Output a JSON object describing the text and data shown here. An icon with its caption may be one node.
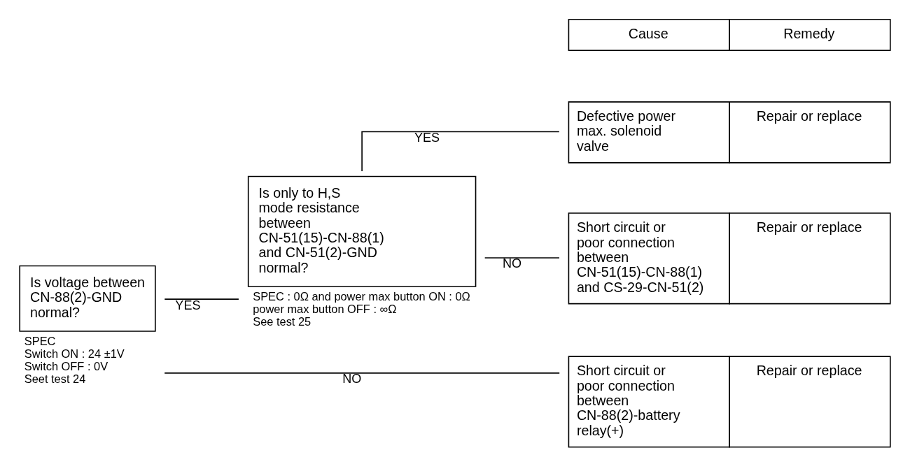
{
  "diagram": {
    "nodes": [
      {
        "text": [
          "Is voltage between CN-88(2)-GND normal?"
        ],
        "beside": [
          "SPEC",
          "Switch ON : 24 ±1V",
          "Switch OFF : 0V",
          "Seet test 24"
        ]
      },
      {
        "text": [
          "Is only to H,S mode resistance between CN-51(15)-CN-88(1) and CN-51(2)-GND normal?"
        ],
        "beside": [
          "SPEC : 0Ω and power max button ON : 0Ω",
          "power max button OFF : ∞Ω",
          "See test 25"
        ]
      },
      {
        "text": [
          "Defective power max. solenoid valve",
          "Repair or replace"
        ]
      },
      {
        "text": [
          "Short circuit or poor connection between CN-51(15)-CN-88(1) and CS-29-CN-51(2)",
          "Repair or replace"
        ]
      },
      {
        "text": [
          "Short circuit or poor connection between CN-88(2)-battery relay(+)",
          "Repair or replace"
        ]
      }
    ],
    "edges": [
      {
        "from": 0,
        "to": 1,
        "arrow": "none",
        "label": "YES"
      },
      {
        "from": 1,
        "to": 2,
        "arrow": "none",
        "label": "YES"
      },
      {
        "from": 1,
        "to": 3,
        "arrow": "none",
        "label": "NO"
      },
      {
        "from": 0,
        "to": 4,
        "arrow": "none",
        "label": "NO"
      }
    ],
    "labels": [
      "Cause",
      "Remedy"
    ]
  }
}
